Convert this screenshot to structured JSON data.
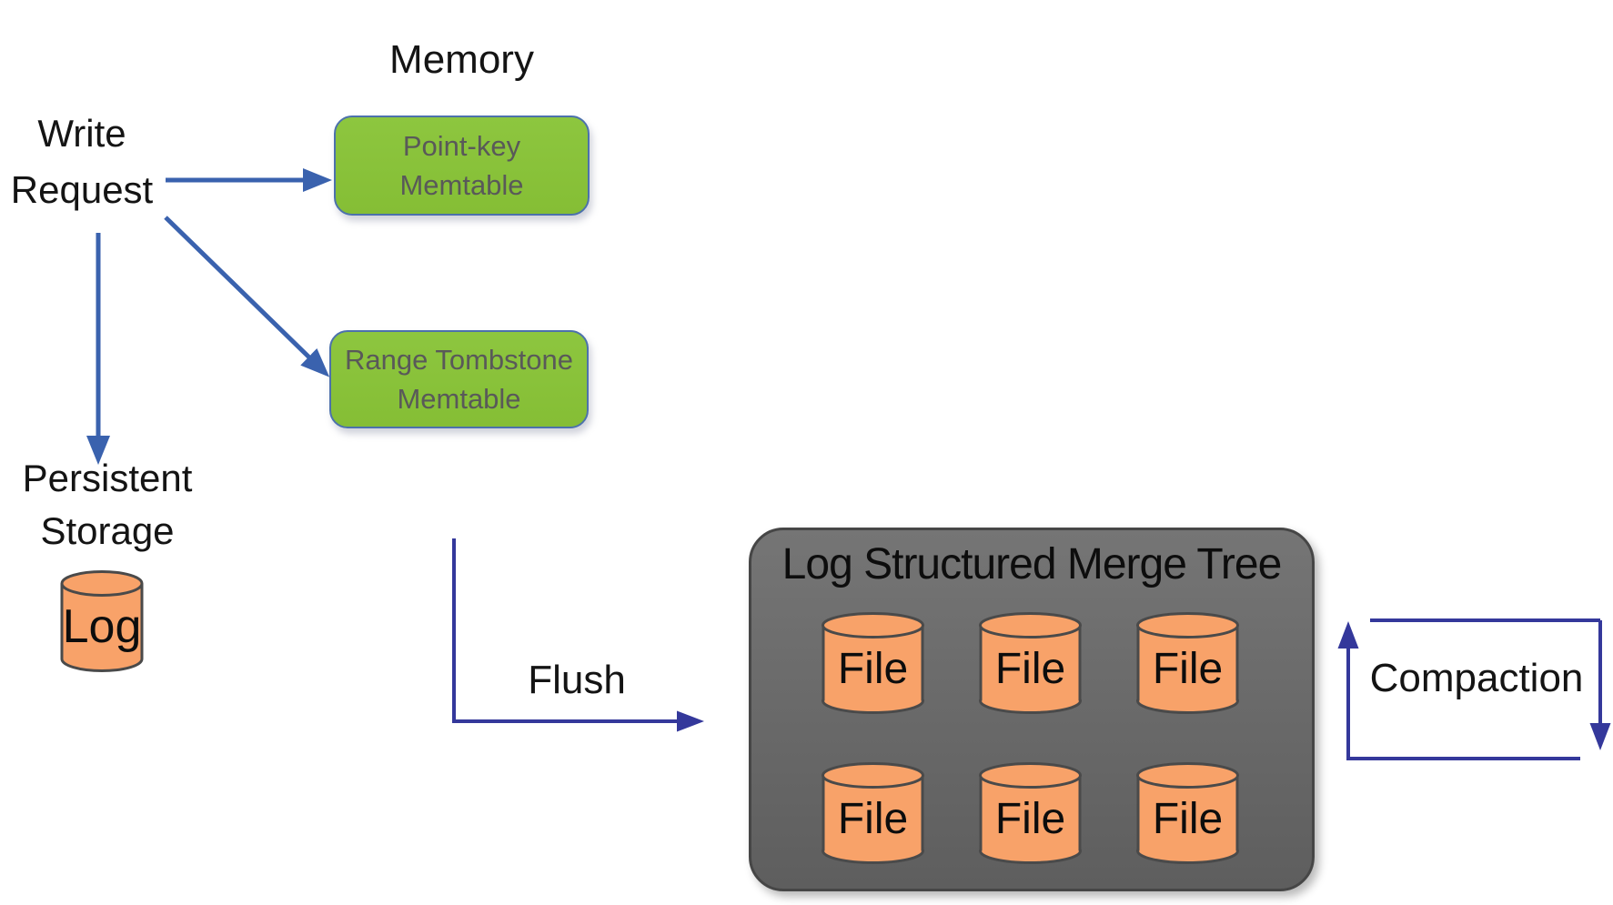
{
  "labels": {
    "memory": "Memory",
    "write_request": [
      "Write",
      "Request"
    ],
    "persistent_storage": [
      "Persistent",
      "Storage"
    ],
    "log": "Log",
    "flush": "Flush",
    "compaction": "Compaction"
  },
  "memtables": [
    {
      "lines": [
        "Point-key",
        "Memtable"
      ]
    },
    {
      "lines": [
        "Range Tombstone",
        "Memtable"
      ]
    }
  ],
  "lsm_tree": {
    "title": "Log Structured Merge Tree",
    "files": [
      "File",
      "File",
      "File",
      "File",
      "File",
      "File"
    ]
  },
  "colors": {
    "arrow_blue": "#3A62AE",
    "arrow_indigo": "#34389B",
    "memtable_fill": "#8DC63F",
    "memtable_fill_bottom": "#85BE35",
    "memtable_border": "#4C71AC",
    "memtable_text": "#595959",
    "cylinder_fill": "#F8A269",
    "cylinder_stroke": "#4A4A4A",
    "lsm_fill_top": "#757575",
    "lsm_fill_bottom": "#5E5E5E",
    "lsm_border": "#464646",
    "label_text": "#141414"
  }
}
